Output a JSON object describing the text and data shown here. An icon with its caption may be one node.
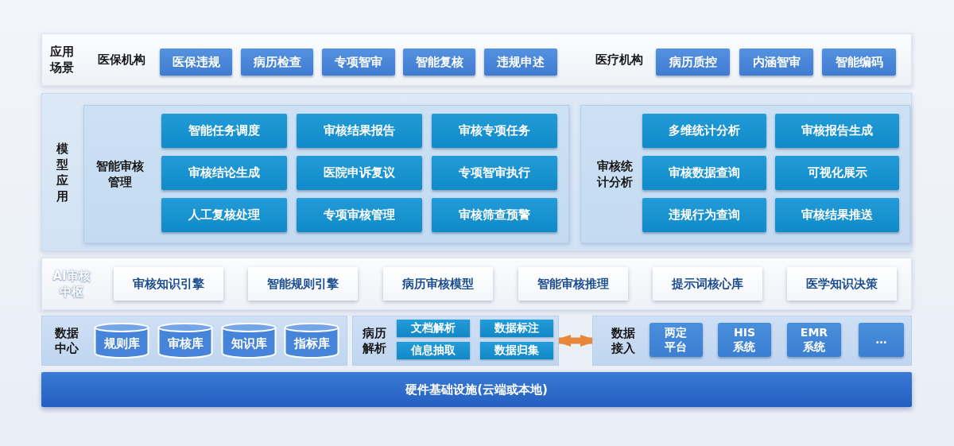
{
  "diagram": {
    "nodes": [
      {
        "text": [
          "应用场景",
          "医保机构",
          "医疗机构"
        ]
      },
      {
        "text": [
          "医保违规"
        ],
        "in": 0
      },
      {
        "text": [
          "病历检查"
        ],
        "in": 0
      },
      {
        "text": [
          "专项智审"
        ],
        "in": 0
      },
      {
        "text": [
          "智能复核"
        ],
        "in": 0
      },
      {
        "text": [
          "违规申述"
        ],
        "in": 0
      },
      {
        "text": [
          "病历质控"
        ],
        "in": 0
      },
      {
        "text": [
          "内涵智审"
        ],
        "in": 0
      },
      {
        "text": [
          "智能编码"
        ],
        "in": 0
      },
      {
        "text": [
          "模型应用"
        ]
      },
      {
        "text": [
          "智能审核管理"
        ],
        "in": 9
      },
      {
        "text": [
          "智能任务调度"
        ],
        "in": 10
      },
      {
        "text": [
          "审核结果报告"
        ],
        "in": 10
      },
      {
        "text": [
          "审核专项任务"
        ],
        "in": 10
      },
      {
        "text": [
          "审核结论生成"
        ],
        "in": 10
      },
      {
        "text": [
          "医院申诉复议"
        ],
        "in": 10
      },
      {
        "text": [
          "专项智审执行"
        ],
        "in": 10
      },
      {
        "text": [
          "人工复核处理"
        ],
        "in": 10
      },
      {
        "text": [
          "专项审核管理"
        ],
        "in": 10
      },
      {
        "text": [
          "审核筛查预警"
        ],
        "in": 10
      },
      {
        "text": [
          "审核统计分析"
        ],
        "in": 9
      },
      {
        "text": [
          "多维统计分析"
        ],
        "in": 20
      },
      {
        "text": [
          "审核报告生成"
        ],
        "in": 20
      },
      {
        "text": [
          "审核数据查询"
        ],
        "in": 20
      },
      {
        "text": [
          "可视化展示"
        ],
        "in": 20
      },
      {
        "text": [
          "违规行为查询"
        ],
        "in": 20
      },
      {
        "text": [
          "审核结果推送"
        ],
        "in": 20
      },
      {
        "text": [
          "AI审核中枢"
        ]
      },
      {
        "text": [
          "审核知识引擎"
        ],
        "in": 27
      },
      {
        "text": [
          "智能规则引擎"
        ],
        "in": 27
      },
      {
        "text": [
          "病历审核模型"
        ],
        "in": 27
      },
      {
        "text": [
          "智能审核推理"
        ],
        "in": 27
      },
      {
        "text": [
          "提示词核心库"
        ],
        "in": 27
      },
      {
        "text": [
          "医学知识决策"
        ],
        "in": 27
      },
      {
        "text": [
          "数据中心"
        ]
      },
      {
        "text": [
          "规则库"
        ],
        "in": 34
      },
      {
        "text": [
          "审核库"
        ],
        "in": 34
      },
      {
        "text": [
          "知识库"
        ],
        "in": 34
      },
      {
        "text": [
          "指标库"
        ],
        "in": 34
      },
      {
        "text": [
          "病历解析"
        ]
      },
      {
        "text": [
          "文档解析"
        ],
        "in": 39
      },
      {
        "text": [
          "数据标注"
        ],
        "in": 39
      },
      {
        "text": [
          "信息抽取"
        ],
        "in": 39
      },
      {
        "text": [
          "数据归集"
        ],
        "in": 39
      },
      {
        "text": [
          "数据接入"
        ]
      },
      {
        "text": [
          "两定平台"
        ],
        "in": 44
      },
      {
        "text": [
          "HIS系统"
        ],
        "in": 44
      },
      {
        "text": [
          "EMR系统"
        ],
        "in": 44
      },
      {
        "text": [
          "…"
        ],
        "in": 44
      },
      {
        "text": [
          "硬件基础设施(云端或本地)"
        ]
      }
    ],
    "edges": [
      {
        "from": 39,
        "to": 44,
        "arrow": "both",
        "color": "#e8873a"
      }
    ]
  }
}
